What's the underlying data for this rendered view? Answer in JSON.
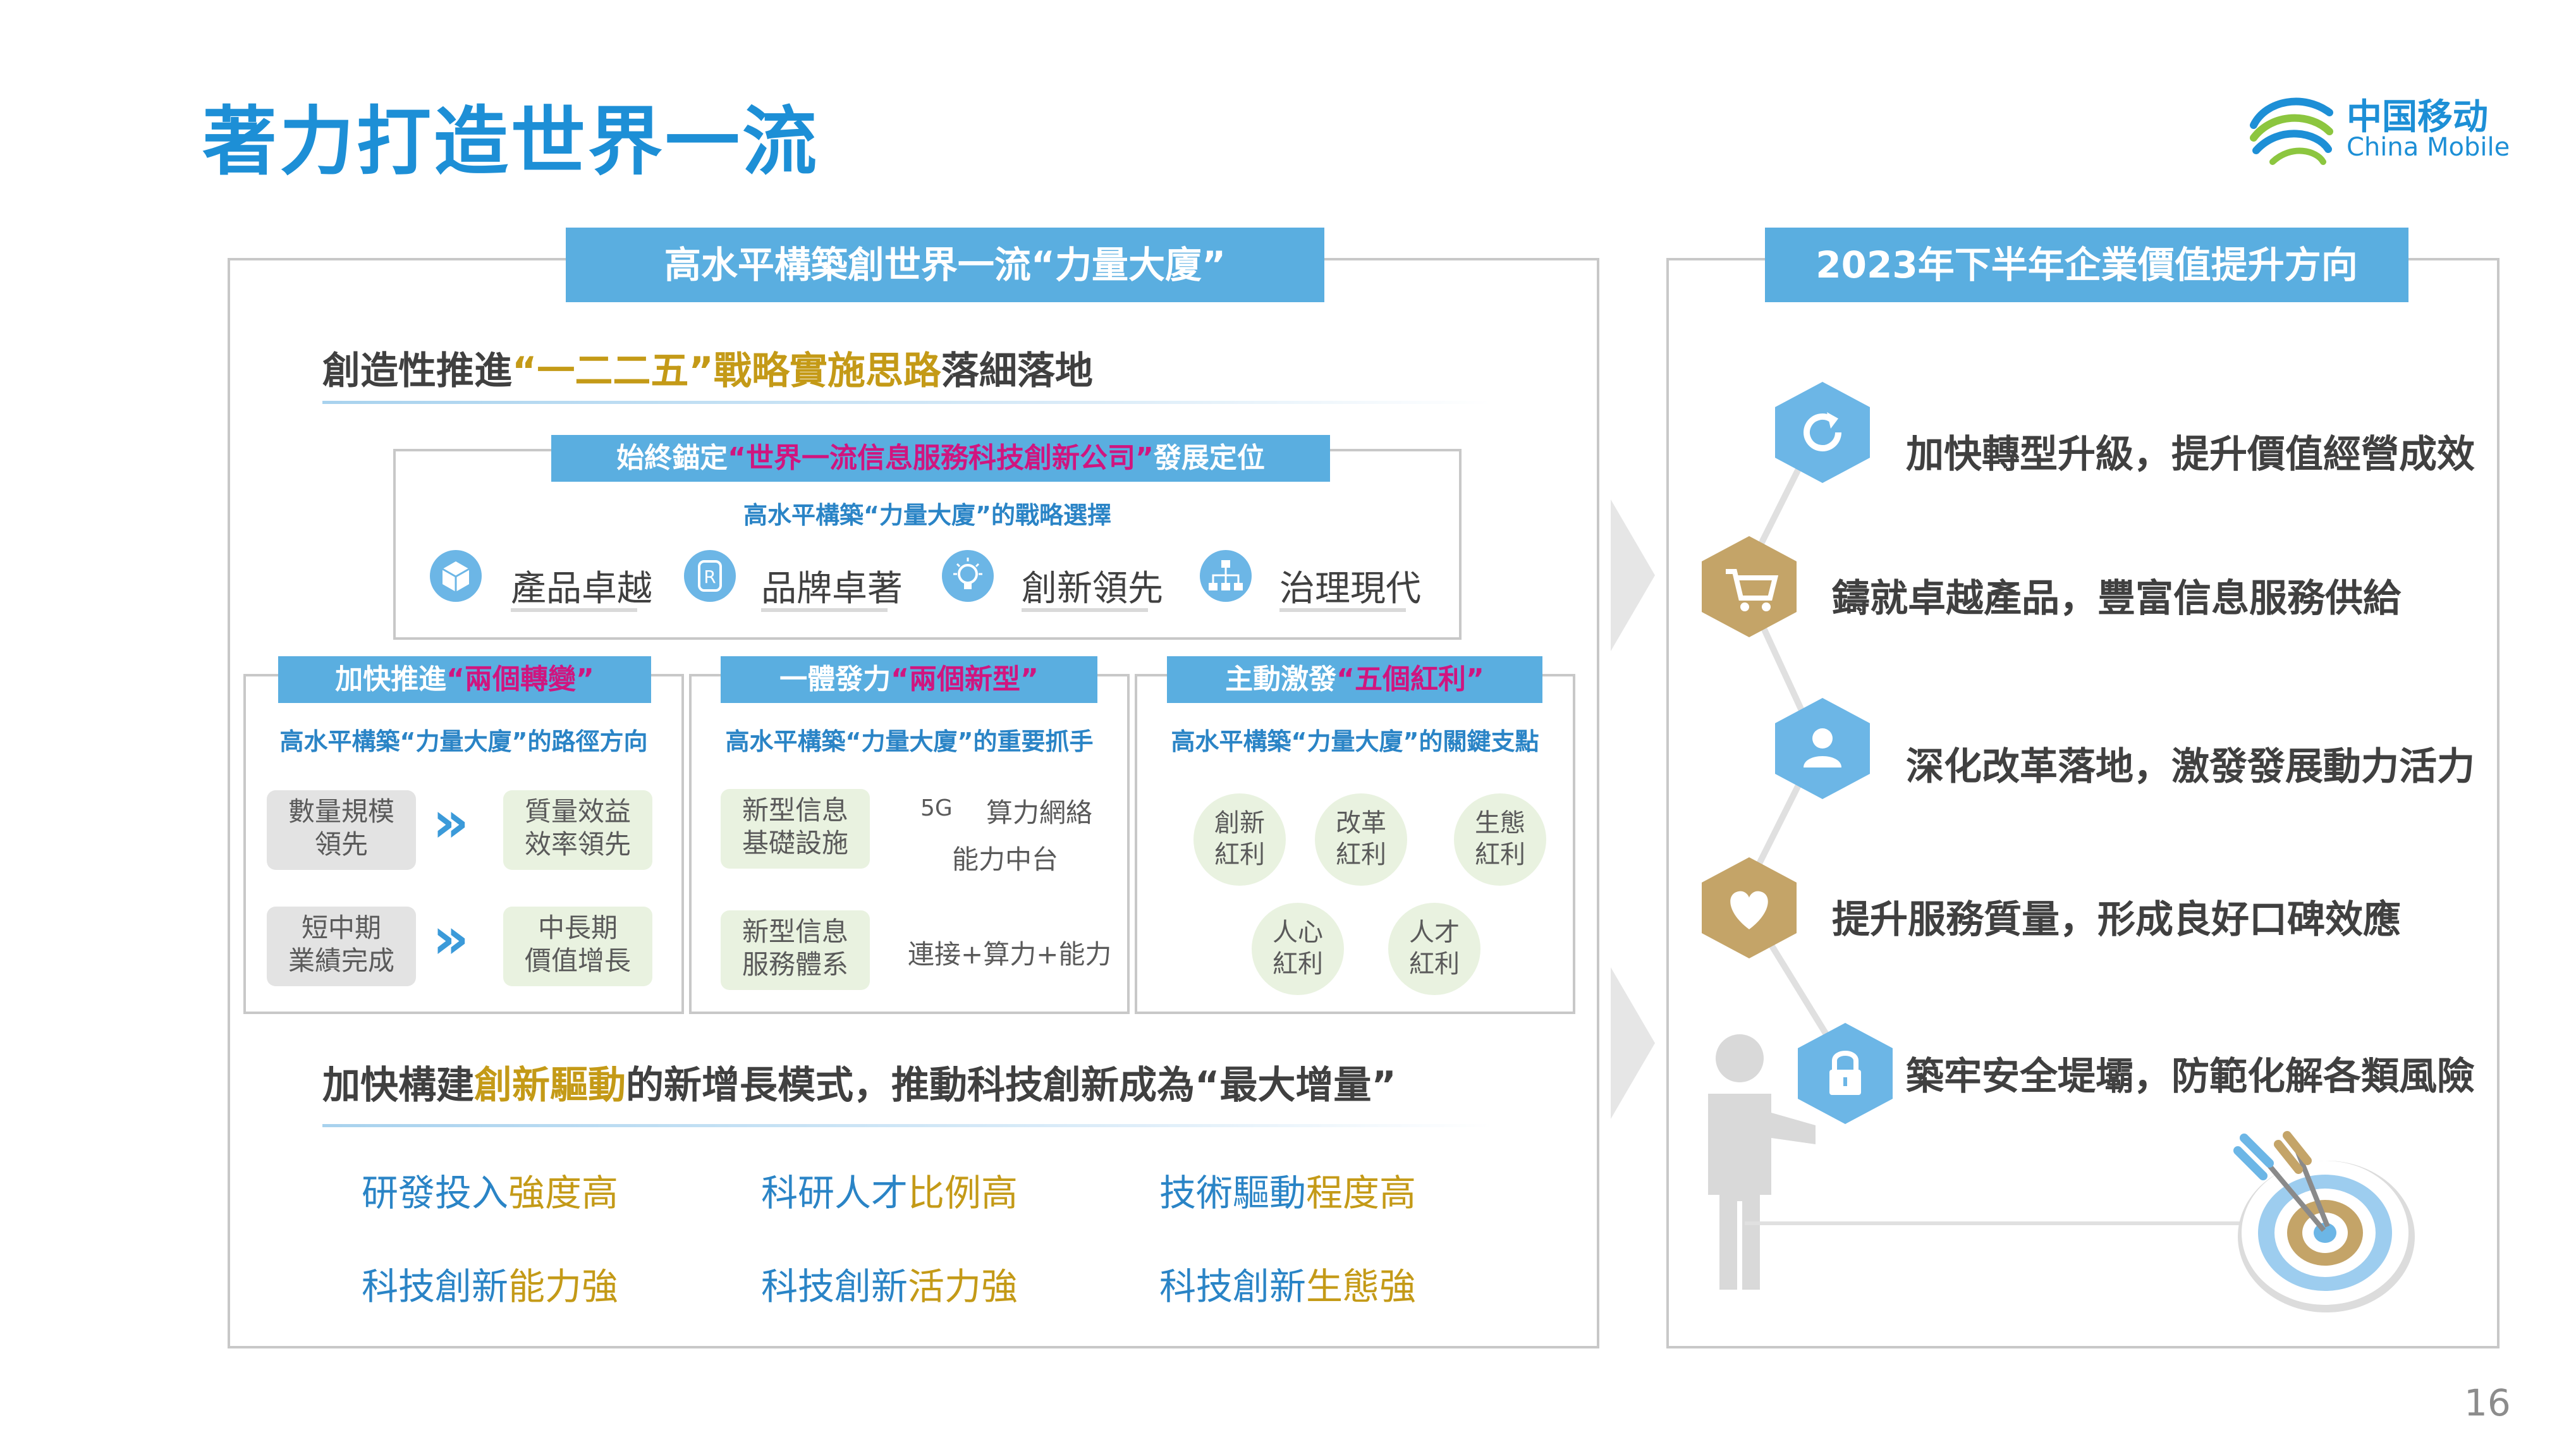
{
  "title": "著力打造世界一流",
  "logo": {
    "cn": "中国移动",
    "en": "China Mobile"
  },
  "left_panel": {
    "header": "高水平構築創世界一流“力量大廈”",
    "section1": {
      "pre": "創造性推進",
      "highlight1": "“一二二五”",
      "highlight2": "戰略實施思路",
      "post": "落細落地"
    },
    "positioning": {
      "band_pre": "始終錨定",
      "band_highlight": "“世界一流信息服務科技創新公司”",
      "band_post": "發展定位",
      "subtitle": "高水平構築“力量大廈”的戰略選擇",
      "items": [
        {
          "icon": "cube-icon",
          "label": "產品卓越"
        },
        {
          "icon": "registered-icon",
          "label": "品牌卓著"
        },
        {
          "icon": "lightbulb-icon",
          "label": "創新領先"
        },
        {
          "icon": "org-chart-icon",
          "label": "治理現代"
        }
      ]
    },
    "box1": {
      "band_pre": "加快推進",
      "band_highlight": "“兩個轉變”",
      "subtitle": "高水平構築“力量大廈”的路徑方向",
      "rows": [
        {
          "from": [
            "數量規模",
            "領先"
          ],
          "to": [
            "質量效益",
            "效率領先"
          ]
        },
        {
          "from": [
            "短中期",
            "業績完成"
          ],
          "to": [
            "中長期",
            "價值增長"
          ]
        }
      ]
    },
    "box2": {
      "band_pre": "一體發力",
      "band_highlight": "“兩個新型”",
      "subtitle": "高水平構築“力量大廈”的重要抓手",
      "pill1": [
        "新型信息",
        "基礎設施"
      ],
      "tag_5g": "5G",
      "text_compute": "算力網絡",
      "text_platform": "能力中台",
      "pill2": [
        "新型信息",
        "服務體系"
      ],
      "text_connect": "連接+算力+能力"
    },
    "box3": {
      "band_pre": "主動激發",
      "band_highlight": "“五個紅利”",
      "subtitle": "高水平構築“力量大廈”的關鍵支點",
      "circles": [
        [
          "創新",
          "紅利"
        ],
        [
          "改革",
          "紅利"
        ],
        [
          "生態",
          "紅利"
        ],
        [
          "人心",
          "紅利"
        ],
        [
          "人才",
          "紅利"
        ]
      ]
    },
    "section2": {
      "pre": "加快構建",
      "highlight": "創新驅動",
      "post": "的新增長模式，推動科技創新成為“最大增量”"
    },
    "bottom_items": [
      {
        "pre": "研發投入",
        "hl": "強度高"
      },
      {
        "pre": "科研人才",
        "hl": "比例高"
      },
      {
        "pre": "技術驅動",
        "hl": "程度高"
      },
      {
        "pre": "科技創新",
        "hl": "能力強"
      },
      {
        "pre": "科技創新",
        "hl": "活力強"
      },
      {
        "pre": "科技創新",
        "hl": "生態強"
      }
    ]
  },
  "right_panel": {
    "header": "2023年下半年企業價值提升方向",
    "items": [
      {
        "icon": "refresh-icon",
        "text": "加快轉型升級，提升價值經營成效",
        "color": "#6cb6e6"
      },
      {
        "icon": "cart-icon",
        "text": "鑄就卓越產品，豐富信息服務供給",
        "color": "#c4a468"
      },
      {
        "icon": "person-icon",
        "text": "深化改革落地，激發發展動力活力",
        "color": "#6cb6e6"
      },
      {
        "icon": "heart-icon",
        "text": "提升服務質量，形成良好口碑效應",
        "color": "#c4a468"
      },
      {
        "icon": "lock-icon",
        "text": "築牢安全堤壩，防範化解各類風險",
        "color": "#6cb6e6"
      }
    ]
  },
  "page_number": "16"
}
